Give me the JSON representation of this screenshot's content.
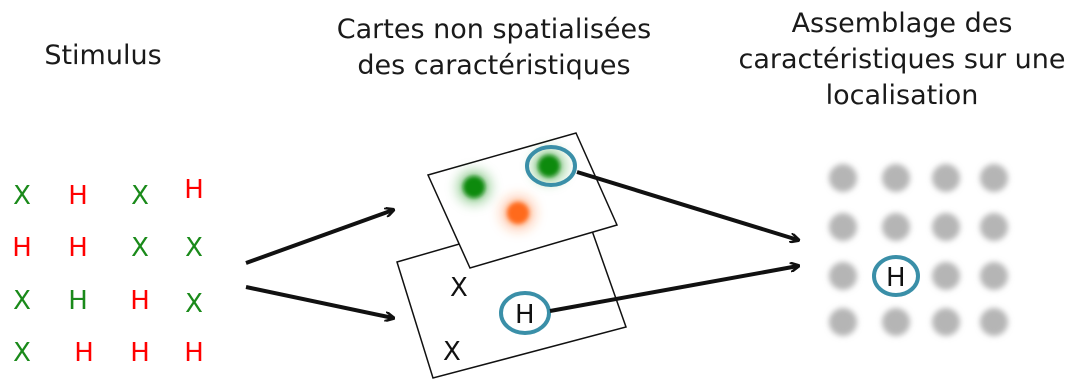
{
  "headings": {
    "stimulus": "Stimulus",
    "maps": [
      "Cartes non spatialisées",
      "des caractéristiques"
    ],
    "binding": [
      "Assemblage des",
      "caractéristiques sur une",
      "localisation"
    ]
  },
  "colors": {
    "red": "#ff0000",
    "green": "#1a8a1a",
    "dot_green": "#0a8a0a",
    "dot_orange": "#ff6a1a",
    "ring": "#3a8fa8",
    "gray_blob": "#b5b5b5",
    "frame": "#111111"
  },
  "stimulus_grid": [
    [
      {
        "char": "X",
        "color": "green"
      },
      {
        "char": "H",
        "color": "red"
      },
      {
        "char": "X",
        "color": "green"
      },
      {
        "char": "H",
        "color": "red"
      }
    ],
    [
      {
        "char": "H",
        "color": "red"
      },
      {
        "char": "H",
        "color": "red"
      },
      {
        "char": "X",
        "color": "green"
      },
      {
        "char": "X",
        "color": "green"
      }
    ],
    [
      {
        "char": "X",
        "color": "green"
      },
      {
        "char": "H",
        "color": "green"
      },
      {
        "char": "H",
        "color": "red"
      },
      {
        "char": "X",
        "color": "green"
      }
    ],
    [
      {
        "char": "X",
        "color": "green"
      },
      {
        "char": "H",
        "color": "red"
      },
      {
        "char": "H",
        "color": "red"
      },
      {
        "char": "H",
        "color": "red"
      }
    ]
  ],
  "color_map": {
    "dots": [
      "dot_green",
      "dot_green",
      "dot_orange"
    ]
  },
  "shape_map": {
    "letters": [
      "X",
      "X"
    ],
    "circled_letter": "H"
  },
  "binding_grid": {
    "rows": 4,
    "cols": 4,
    "bound_letter": "H",
    "bound_color": "green"
  }
}
